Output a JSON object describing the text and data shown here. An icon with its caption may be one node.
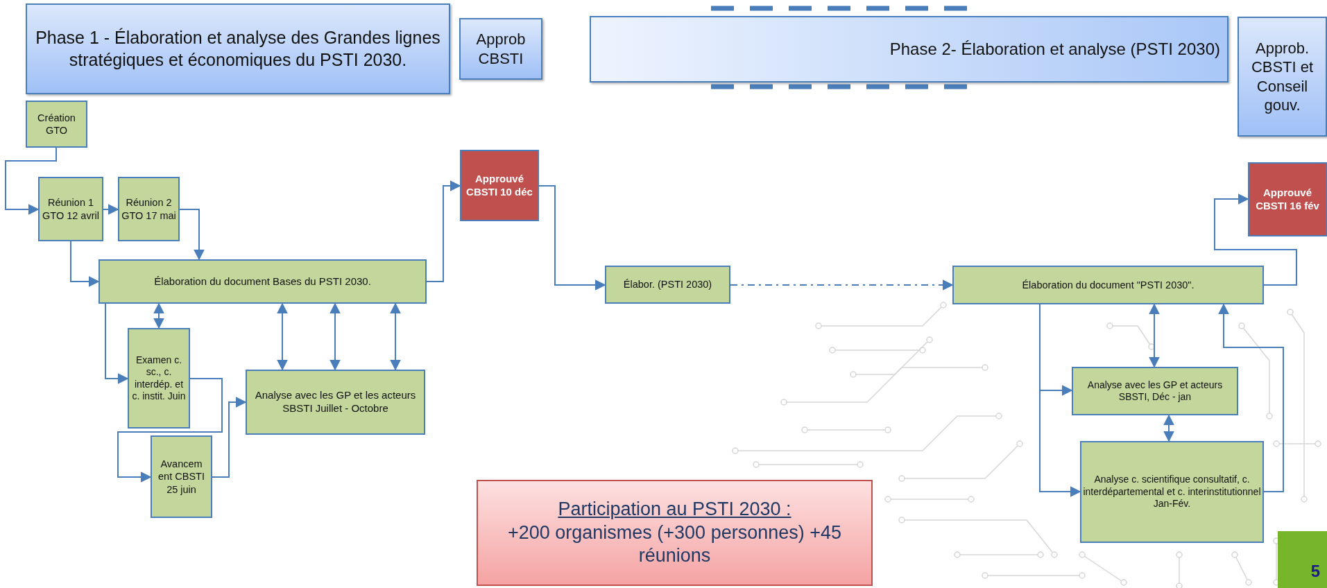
{
  "diagram": {
    "nodes": [
      {
        "text": [
          "Phase 1 - Élaboration et analyse des Grandes lignes stratégiques et économiques du PSTI 2030."
        ]
      },
      {
        "text": [
          "Approb CBSTI"
        ]
      },
      {
        "text": [
          "Phase 2- Élaboration et analyse (PSTI 2030)"
        ]
      },
      {
        "text": [
          "Approb. CBSTI et Conseil gouv."
        ]
      },
      {
        "text": [
          "Création GTO"
        ]
      },
      {
        "text": [
          "Réunion 1 GTO 12 avril"
        ]
      },
      {
        "text": [
          "Réunion 2 GTO 17 mai"
        ]
      },
      {
        "text": [
          "Élaboration du document Bases du PSTI 2030."
        ]
      },
      {
        "text": [
          "Approuvé CBSTI 10 déc"
        ]
      },
      {
        "text": [
          "Examen c. sc., c. interdép. et c. instit. Juin"
        ]
      },
      {
        "text": [
          "Analyse avec les GP et les acteurs SBSTI Juillet - Octobre"
        ]
      },
      {
        "text": [
          "Avancem ent CBSTI 25 juin"
        ]
      },
      {
        "text": [
          "Élabor. (PSTI 2030)"
        ]
      },
      {
        "text": [
          "Élaboration du document \"PSTI 2030\"."
        ]
      },
      {
        "text": [
          "Approuvé CBSTI 16 fév"
        ]
      },
      {
        "text": [
          "Analyse avec les GP et acteurs SBSTI, Déc - jan"
        ]
      },
      {
        "text": [
          "Analyse c. scientifique consultatif, c. interdépartemental et c. interinstitutionnel Jan-Fév."
        ]
      },
      {
        "text": [
          "Participation au PSTI 2030 :",
          "+200 organismes (+300 personnes) +45 réunions"
        ]
      }
    ],
    "edges": [
      {
        "from": 4,
        "to": 5,
        "arrow": "to"
      },
      {
        "from": 5,
        "to": 6,
        "arrow": "to"
      },
      {
        "from": 5,
        "to": 7,
        "arrow": "to"
      },
      {
        "from": 6,
        "to": 7,
        "arrow": "to"
      },
      {
        "from": 7,
        "to": 8,
        "arrow": "to"
      },
      {
        "from": 8,
        "to": 12,
        "arrow": "to"
      },
      {
        "from": 7,
        "to": 9,
        "arrow": "both"
      },
      {
        "from": 7,
        "to": 9,
        "arrow": "to"
      },
      {
        "from": 7,
        "to": 10,
        "arrow": "both"
      },
      {
        "from": 7,
        "to": 10,
        "arrow": "both"
      },
      {
        "from": 7,
        "to": 10,
        "arrow": "both"
      },
      {
        "from": 9,
        "to": 11,
        "arrow": "to"
      },
      {
        "from": 11,
        "to": 10,
        "arrow": "to"
      },
      {
        "from": 12,
        "to": 13,
        "arrow": "to",
        "style": "dashed"
      },
      {
        "from": 13,
        "to": 14,
        "arrow": "to"
      },
      {
        "from": 13,
        "to": 15,
        "arrow": "to"
      },
      {
        "from": 13,
        "to": 16,
        "arrow": "to"
      },
      {
        "from": 13,
        "to": 15,
        "arrow": "both"
      },
      {
        "from": 15,
        "to": 16,
        "arrow": "both"
      },
      {
        "from": 16,
        "to": 13,
        "arrow": "to"
      }
    ],
    "labels": [
      "5"
    ]
  }
}
